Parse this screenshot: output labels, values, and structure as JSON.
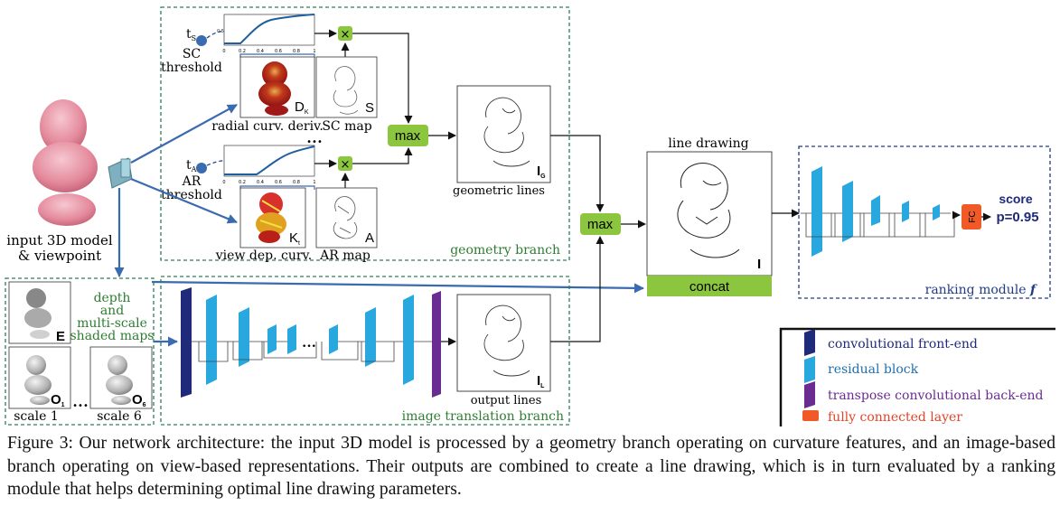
{
  "geometry": {
    "ts": "t",
    "ts_sub": "S",
    "sc_threshold": [
      "SC",
      "threshold"
    ],
    "ta": "t",
    "ta_sub": "A",
    "ar_threshold": [
      "AR",
      "threshold"
    ],
    "radial_label": "radial curv. deriv.",
    "sc_map_label": "SC map",
    "view_dep_label": "view dep. curv.",
    "ar_map_label": "AR map",
    "dk": "D",
    "dk_sub": "K",
    "kt": "K",
    "kt_sub": "t",
    "s_letter": "S",
    "a_letter": "A",
    "max_label": "max",
    "ig": "I",
    "ig_sub": "G",
    "geometric_lines": "geometric lines",
    "branch_label": "geometry branch",
    "dots": "•••",
    "plot_ticks": [
      "0",
      "0.2",
      "0.4",
      "0.6",
      "0.8",
      "1"
    ],
    "plot_small": "0.5"
  },
  "input": {
    "label": [
      "input 3D model",
      "& viewpoint"
    ]
  },
  "image_branch": {
    "depth_label": [
      "depth",
      "and",
      "multi-scale",
      "shaded maps"
    ],
    "e": "E",
    "o1": "O",
    "o1_sub": "1",
    "o6": "O",
    "o6_sub": "6",
    "scale1": "scale 1",
    "scale6": "scale 6",
    "il": "I",
    "il_sub": "L",
    "output_lines": "output lines",
    "branch_label": "image translation branch"
  },
  "merge": {
    "max_label": "max",
    "line_drawing": "line drawing",
    "i": "I",
    "concat": "concat"
  },
  "ranking": {
    "fc": "FC",
    "score": "score",
    "p": "p=0.95",
    "label": "ranking module ",
    "f": "f"
  },
  "legend": [
    {
      "text": "convolutional front-end",
      "color": "#1f2a7a",
      "text_color": "#1f2a7a"
    },
    {
      "text": "residual block",
      "color": "#29a8e0",
      "text_color": "#1f6fb0"
    },
    {
      "text": "transpose convolutional back-end",
      "color": "#6a2c91",
      "text_color": "#6a2c91"
    },
    {
      "text": "fully connected layer",
      "color": "#f05a28",
      "text_color": "#e0452a"
    }
  ],
  "colors": {
    "green_box": "#8cc63f",
    "dashed_green": "#2e7d5b",
    "dashed_blue": "#1f3c88",
    "arrow_blue": "#3a6bb0",
    "res_block": "#29a8e0",
    "front_end": "#1f2a7a",
    "back_end": "#6a2c91",
    "fc": "#f05a28",
    "label_green": "#2e7d32"
  },
  "caption": "Figure 3: Our network architecture: the input 3D model is processed by a geometry branch operating on curvature features, and an image-based branch operating on view-based representations. Their outputs are combined to create a line drawing, which is in turn evaluated by a ranking module that helps determining optimal line drawing parameters."
}
